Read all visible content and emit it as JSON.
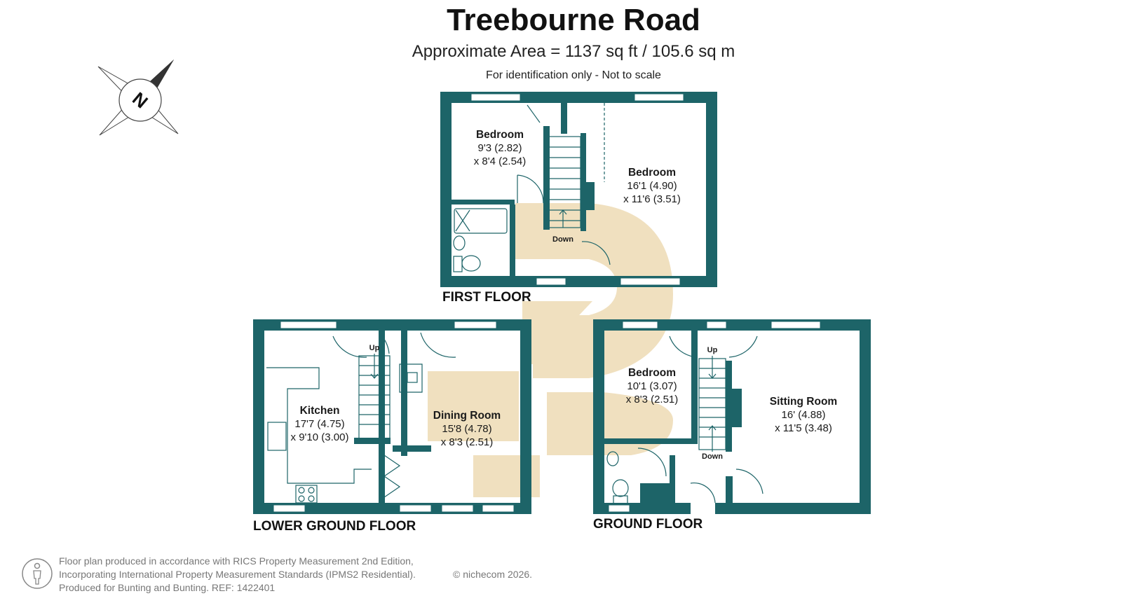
{
  "title": "Treebourne Road",
  "subtitle": "Approximate Area = 1137 sq ft / 105.6 sq m",
  "note": "For identification only - Not to scale",
  "compass": {
    "icon": "north-compass-icon",
    "letter": "N"
  },
  "colors": {
    "wall": "#1d6468",
    "watermark": "#f0e0bf",
    "text": "#1a1a1a",
    "footer": "#777777"
  },
  "floors": {
    "first": {
      "label": "FIRST FLOOR",
      "rooms": [
        {
          "name": "Bedroom",
          "dim1": "9'3 (2.82)",
          "dim2": "x 8'4 (2.54)"
        },
        {
          "name": "Bedroom",
          "dim1": "16'1 (4.90)",
          "dim2": "x 11'6 (3.51)"
        }
      ],
      "stairs_label": "Down"
    },
    "lower_ground": {
      "label": "LOWER GROUND FLOOR",
      "rooms": [
        {
          "name": "Kitchen",
          "dim1": "17'7 (4.75)",
          "dim2": "x 9'10 (3.00)"
        },
        {
          "name": "Dining Room",
          "dim1": "15'8 (4.78)",
          "dim2": "x 8'3 (2.51)"
        }
      ],
      "stairs_label": "Up"
    },
    "ground": {
      "label": "GROUND FLOOR",
      "rooms": [
        {
          "name": "Bedroom",
          "dim1": "10'1 (3.07)",
          "dim2": "x 8'3 (2.51)"
        },
        {
          "name": "Sitting Room",
          "dim1": "16' (4.88)",
          "dim2": "x 11'5 (3.48)"
        }
      ],
      "stairs_up_label": "Up",
      "stairs_down_label": "Down"
    }
  },
  "footer": {
    "line1": "Floor plan produced in accordance with RICS Property Measurement 2nd Edition,",
    "line2": "Incorporating International Property Measurement Standards (IPMS2 Residential).",
    "line3": "Produced for Bunting and Bunting.   REF:  1422401",
    "copyright": "© nichecom 2026."
  }
}
